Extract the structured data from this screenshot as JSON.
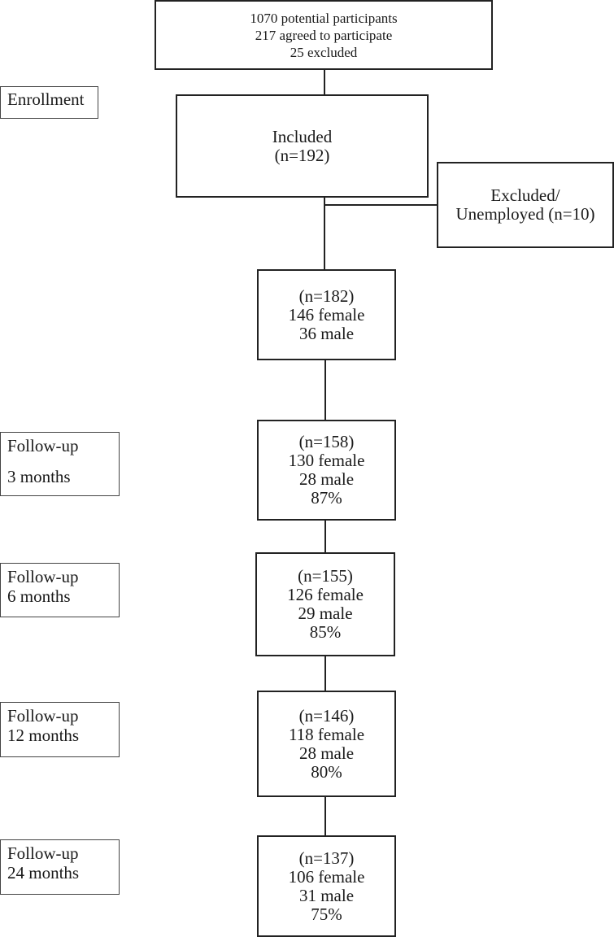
{
  "top": {
    "lines": [
      "1070 potential participants",
      "217 agreed to participate",
      "25 excluded"
    ]
  },
  "enrollment_label": "Enrollment",
  "included": {
    "lines": [
      "Included",
      "(n=192)"
    ]
  },
  "excluded": {
    "lines": [
      "Excluded/",
      "Unemployed (n=10)"
    ]
  },
  "baseline": {
    "lines": [
      "(n=182)",
      "146 female",
      "36 male"
    ]
  },
  "followups": [
    {
      "label_lines": [
        "Follow-up",
        "3 months"
      ],
      "lines": [
        "(n=158)",
        "130 female",
        "28 male",
        "87%"
      ]
    },
    {
      "label_lines": [
        "Follow-up",
        "6 months"
      ],
      "lines": [
        "(n=155)",
        "126 female",
        "29 male",
        "85%"
      ]
    },
    {
      "label_lines": [
        "Follow-up",
        "12 months"
      ],
      "lines": [
        "(n=146)",
        "118 female",
        "28 male",
        "80%"
      ]
    },
    {
      "label_lines": [
        "Follow-up",
        "24 months"
      ],
      "lines": [
        "(n=137)",
        "106 female",
        "31 male",
        "75%"
      ]
    }
  ]
}
